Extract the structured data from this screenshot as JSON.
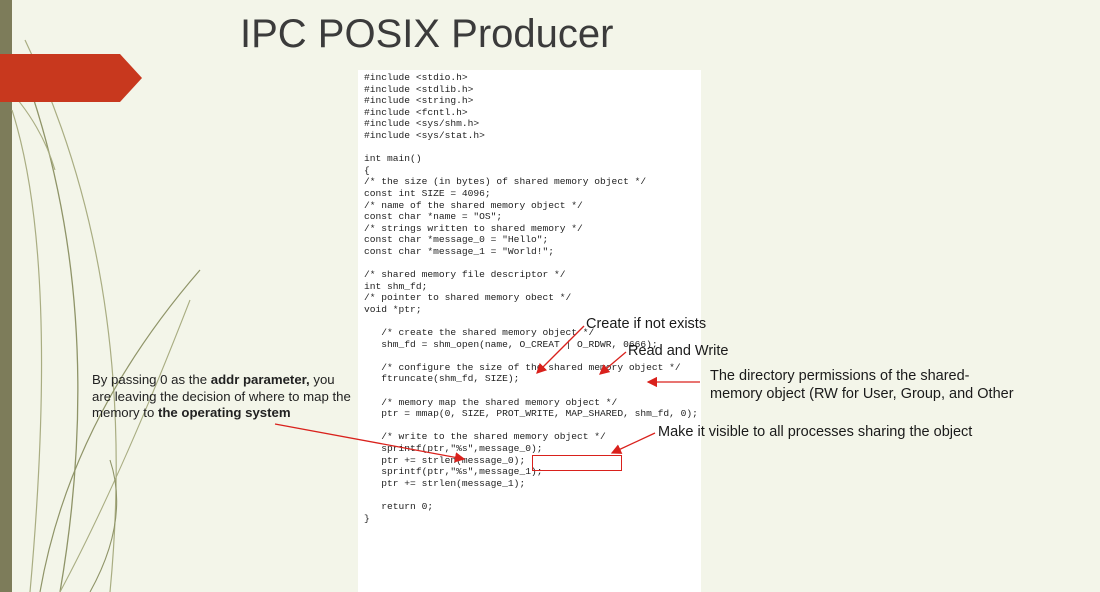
{
  "slide": {
    "title": "IPC POSIX Producer",
    "code_lines": [
      "#include <stdio.h>",
      "#include <stdlib.h>",
      "#include <string.h>",
      "#include <fcntl.h>",
      "#include <sys/shm.h>",
      "#include <sys/stat.h>",
      "",
      "int main()",
      "{",
      "/* the size (in bytes) of shared memory object */",
      "const int SIZE = 4096;",
      "/* name of the shared memory object */",
      "const char *name = \"OS\";",
      "/* strings written to shared memory */",
      "const char *message_0 = \"Hello\";",
      "const char *message_1 = \"World!\";",
      "",
      "/* shared memory file descriptor */",
      "int shm_fd;",
      "/* pointer to shared memory obect */",
      "void *ptr;",
      "",
      "   /* create the shared memory object */",
      "   shm_fd = shm_open(name, O_CREAT | O_RDWR, 0666);",
      "",
      "   /* configure the size of the shared memory object */",
      "   ftruncate(shm_fd, SIZE);",
      "",
      "   /* memory map the shared memory object */",
      "   ptr = mmap(0, SIZE, PROT_WRITE, MAP_SHARED, shm_fd, 0);",
      "",
      "   /* write to the shared memory object */",
      "   sprintf(ptr,\"%s\",message_0);",
      "   ptr += strlen(message_0);",
      "   sprintf(ptr,\"%s\",message_1);",
      "   ptr += strlen(message_1);",
      "",
      "   return 0;",
      "}"
    ],
    "annotations": {
      "create": "Create if not exists",
      "rw": "Read and Write",
      "perm_line1": "The directory permissions of the shared-",
      "perm_line2": "memory object (RW for User, Group, and Other",
      "visible": "Make it visible to all processes sharing the object"
    },
    "left_note": {
      "part1": "By passing 0 as the ",
      "bold1": "addr parameter,",
      "part2": " you are leaving the decision of where to map the memory to ",
      "bold2": "the operating system"
    },
    "colors": {
      "accent": "#c8381e",
      "arrow": "#d9211c",
      "background": "#f3f5e9",
      "left_bar": "#7d7c5a"
    }
  }
}
